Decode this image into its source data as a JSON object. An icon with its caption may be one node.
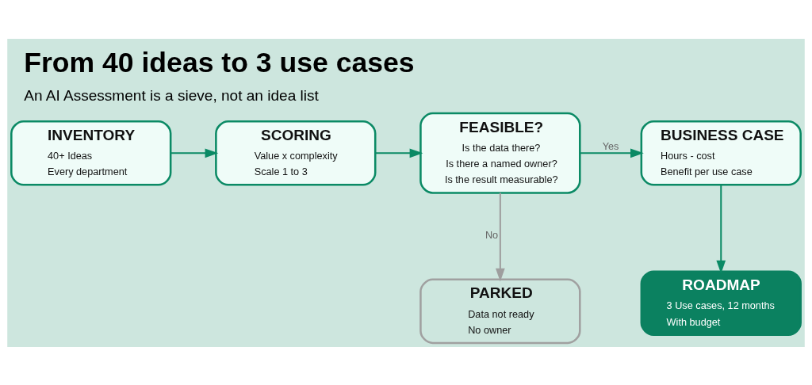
{
  "diagram": {
    "title": "From 40 ideas to 3 use cases",
    "caption": "An AI Assessment is a sieve, not an idea list",
    "nodes": [
      {
        "text": [
          "INVENTORY",
          "40+ Ideas",
          "Every department"
        ]
      },
      {
        "text": [
          "SCORING",
          "Value x complexity",
          "Scale 1 to 3"
        ]
      },
      {
        "text": [
          "FEASIBLE?",
          "Is the data there?",
          "Is there a named owner?",
          "Is the result measurable?"
        ]
      },
      {
        "text": [
          "BUSINESS CASE",
          "Hours - cost",
          "Benefit per use case"
        ]
      },
      {
        "text": [
          "PARKED",
          "Data not ready",
          "No owner"
        ]
      },
      {
        "text": [
          "ROADMAP",
          "3 Use cases, 12 months",
          "With budget"
        ]
      }
    ],
    "edges": [
      {
        "from": 0,
        "to": 1,
        "arrow": "to"
      },
      {
        "from": 1,
        "to": 2,
        "arrow": "to"
      },
      {
        "from": 2,
        "to": 3,
        "arrow": "to",
        "label": "Yes"
      },
      {
        "from": 2,
        "to": 4,
        "arrow": "to",
        "label": "No",
        "color": "#9e9e9e"
      },
      {
        "from": 3,
        "to": 5,
        "arrow": "to"
      }
    ]
  }
}
